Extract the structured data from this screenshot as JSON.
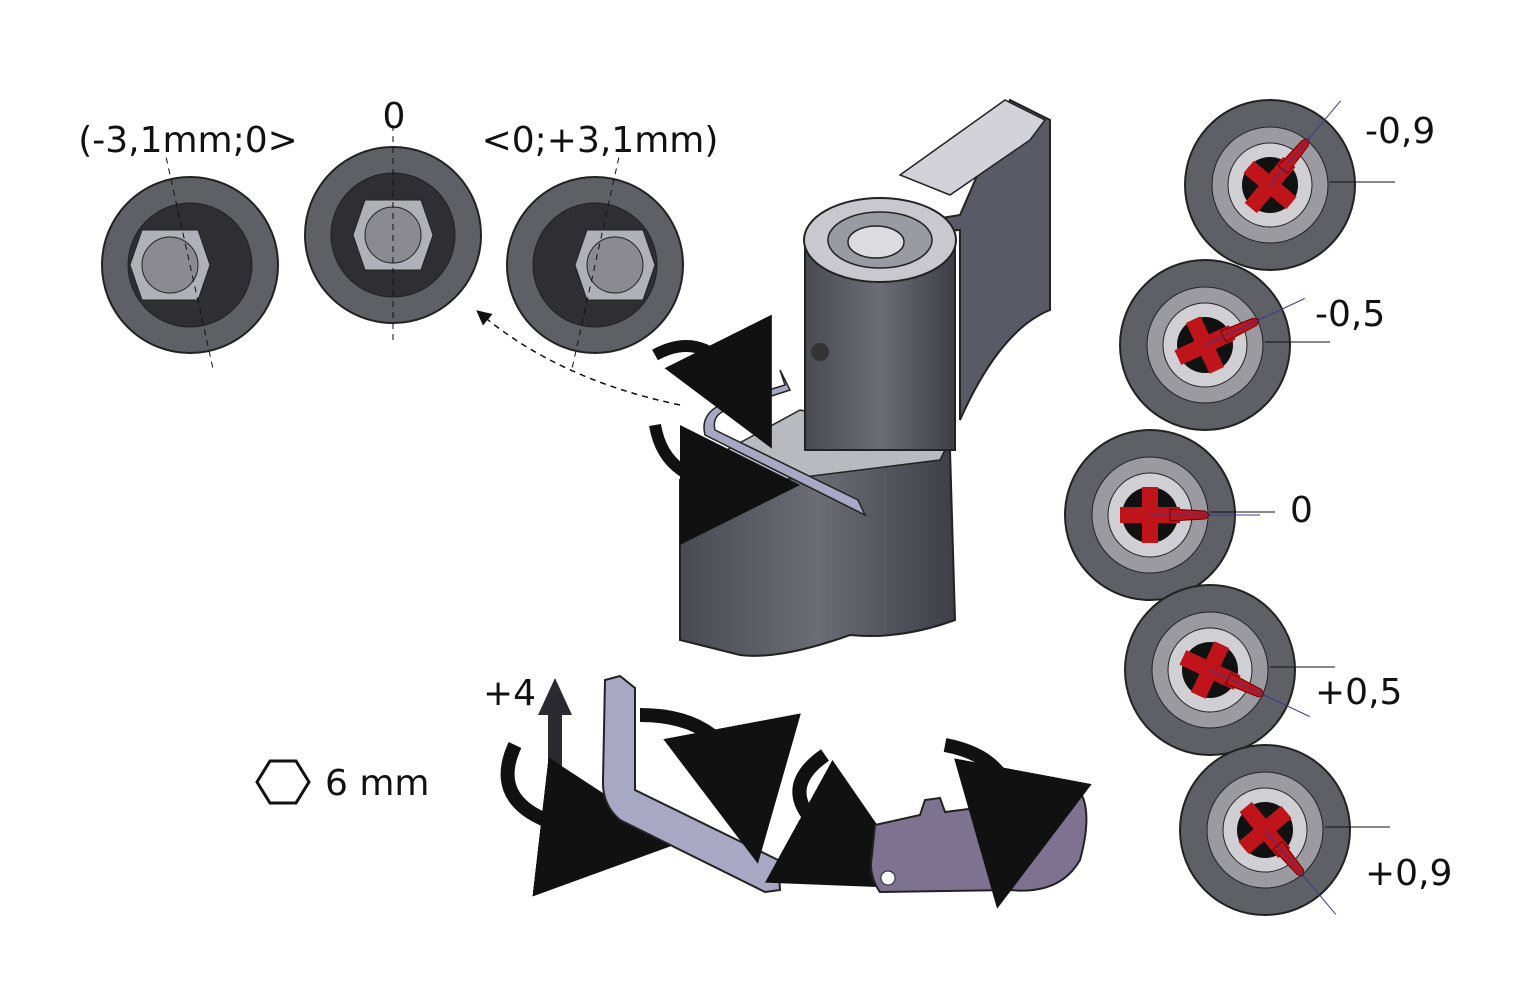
{
  "top_views": [
    {
      "label": "(-3,1mm;0>",
      "angle": -25
    },
    {
      "label": "0",
      "angle": 0
    },
    {
      "label": "<0;+3,1mm)",
      "angle": 25
    }
  ],
  "right_views": [
    {
      "label": "-0,9",
      "angle": -50
    },
    {
      "label": "-0,5",
      "angle": -25
    },
    {
      "label": "0",
      "angle": 0
    },
    {
      "label": "+0,5",
      "angle": 25
    },
    {
      "label": "+0,9",
      "angle": 50
    }
  ],
  "height_adjust_label": "+4",
  "hex_key_label": "6 mm",
  "colors": {
    "body": "#5f5f66",
    "face": "#8a8a90",
    "indicator": "#c0141b",
    "tool": "#7d7290",
    "key": "#a8a8c4"
  }
}
